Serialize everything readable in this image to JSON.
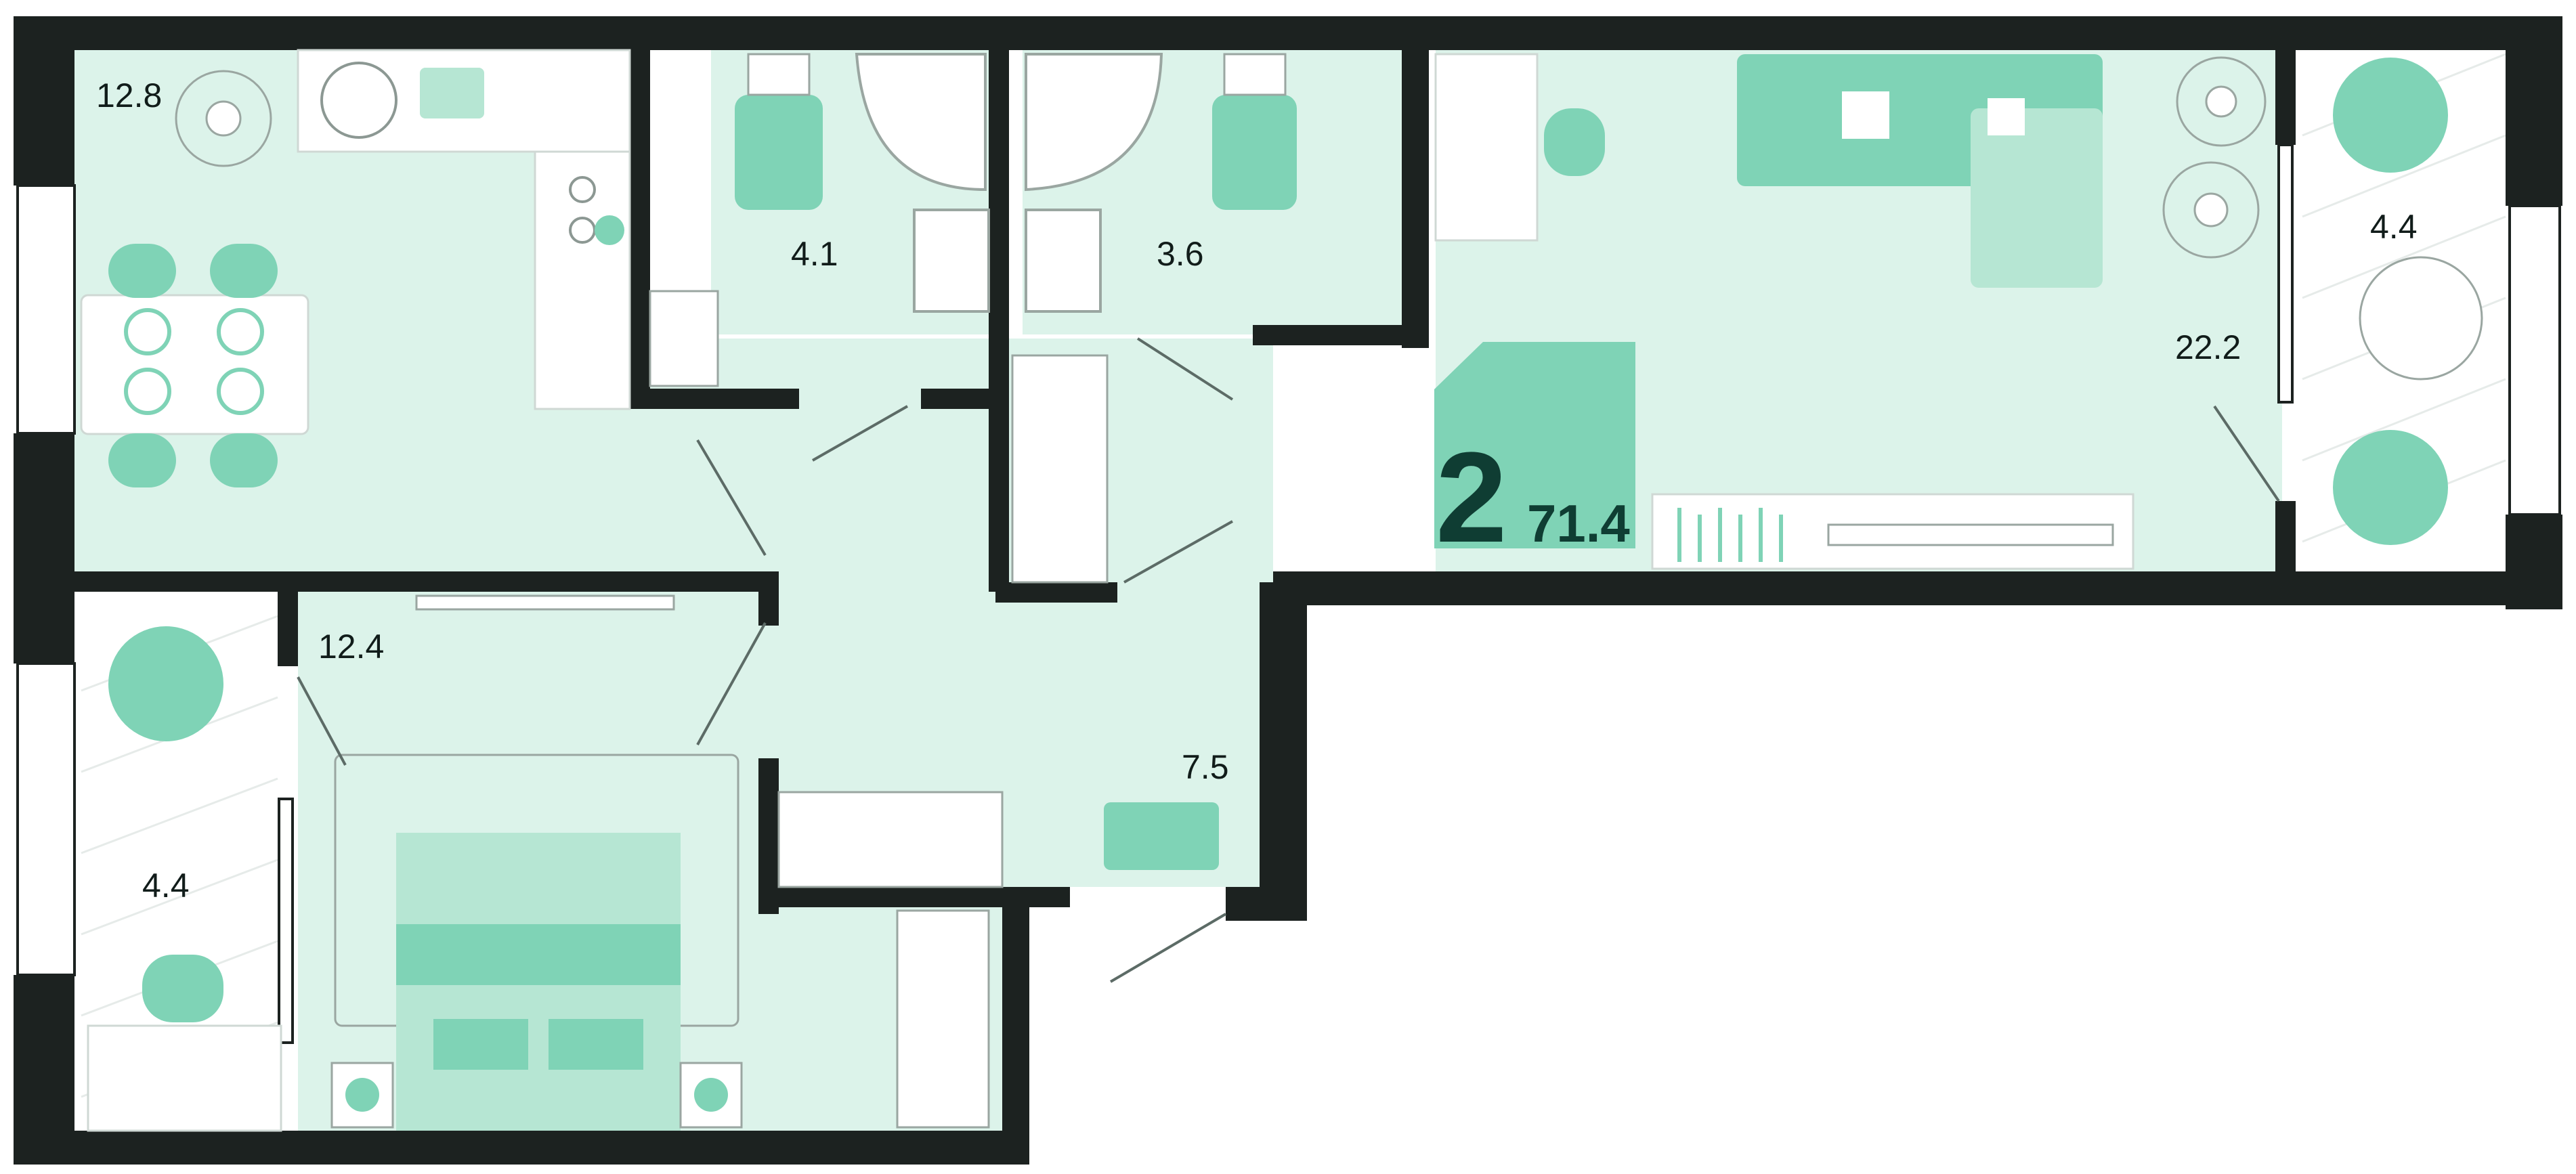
{
  "colors": {
    "wall": "#1c2220",
    "floor": "#dcf3ea",
    "balcony": "#ffffff",
    "furniture_fill": "#7fd3b6",
    "furniture_light": "#b6e6d3",
    "badge_fill": "#7fd3b6",
    "badge_text": "#0f3d33",
    "line": "#5c6b66"
  },
  "plan": {
    "rooms_count": "2",
    "total_area": "71.4",
    "rooms": [
      {
        "id": "kitchen",
        "area": "12.8"
      },
      {
        "id": "bathroom-1",
        "area": "4.1"
      },
      {
        "id": "bathroom-2",
        "area": "3.6"
      },
      {
        "id": "living-room",
        "area": "22.2"
      },
      {
        "id": "balcony-right",
        "area": "4.4"
      },
      {
        "id": "bedroom",
        "area": "12.4"
      },
      {
        "id": "hallway",
        "area": "7.5"
      },
      {
        "id": "balcony-left",
        "area": "4.4"
      }
    ]
  }
}
